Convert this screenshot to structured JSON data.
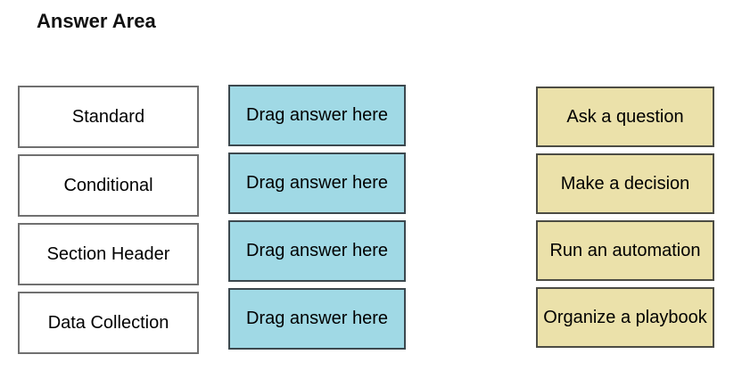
{
  "title": "Answer Area",
  "rows": [
    {
      "category": "Standard",
      "drop": "Drag answer here",
      "answer": "Ask a question"
    },
    {
      "category": "Conditional",
      "drop": "Drag answer here",
      "answer": "Make a decision"
    },
    {
      "category": "Section Header",
      "drop": "Drag answer here",
      "answer": "Run an automation"
    },
    {
      "category": "Data Collection",
      "drop": "Drag answer here",
      "answer": "Organize a playbook"
    }
  ],
  "colors": {
    "drop_zone_fill": "#A0D9E5",
    "drop_zone_border": "#3C484E",
    "answer_fill": "#EBE1AA",
    "answer_border": "#4C4C44",
    "category_border": "#707070"
  }
}
